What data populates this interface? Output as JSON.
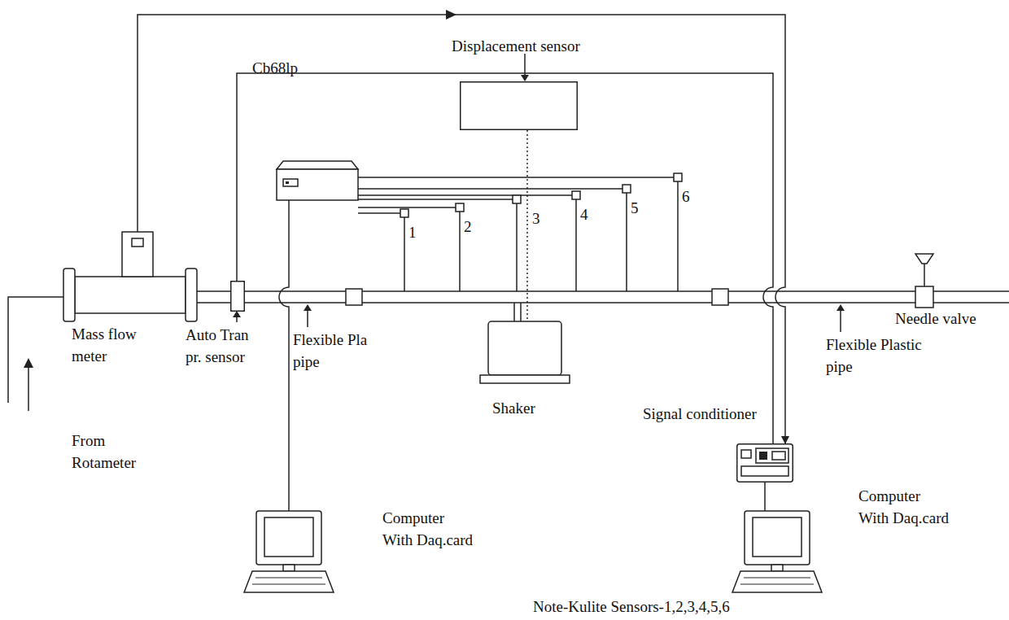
{
  "diagram": {
    "nodes": [
      {
        "text": [
          "Displacement sensor"
        ]
      },
      {
        "text": [
          "Cb68lp"
        ]
      },
      {
        "text": [
          "Mass flow meter"
        ]
      },
      {
        "text": [
          "Auto Tran pr. sensor"
        ]
      },
      {
        "text": [
          "Shaker"
        ]
      },
      {
        "text": [
          "Signal conditioner"
        ]
      },
      {
        "text": [
          "Needle valve"
        ]
      },
      {
        "text": [
          "Computer With Daq.card"
        ]
      },
      {
        "text": [
          "Computer With Daq.card"
        ]
      }
    ],
    "edges": [
      {
        "from": 2,
        "to": 5,
        "arrow": "to"
      },
      {
        "from": 3,
        "to": 5,
        "arrow": "none"
      },
      {
        "from": 0,
        "to": 4,
        "arrow": "none"
      },
      {
        "from": 1,
        "to": 7,
        "arrow": "none"
      },
      {
        "from": 5,
        "to": 8,
        "arrow": "none"
      }
    ],
    "labels": [
      "From Rotameter",
      "Flexible Pla pipe",
      "1",
      "2",
      "3",
      "4",
      "5",
      "6",
      "Flexible Plastic pipe",
      "Note-Kulite Sensors-1,2,3,4,5,6"
    ]
  }
}
